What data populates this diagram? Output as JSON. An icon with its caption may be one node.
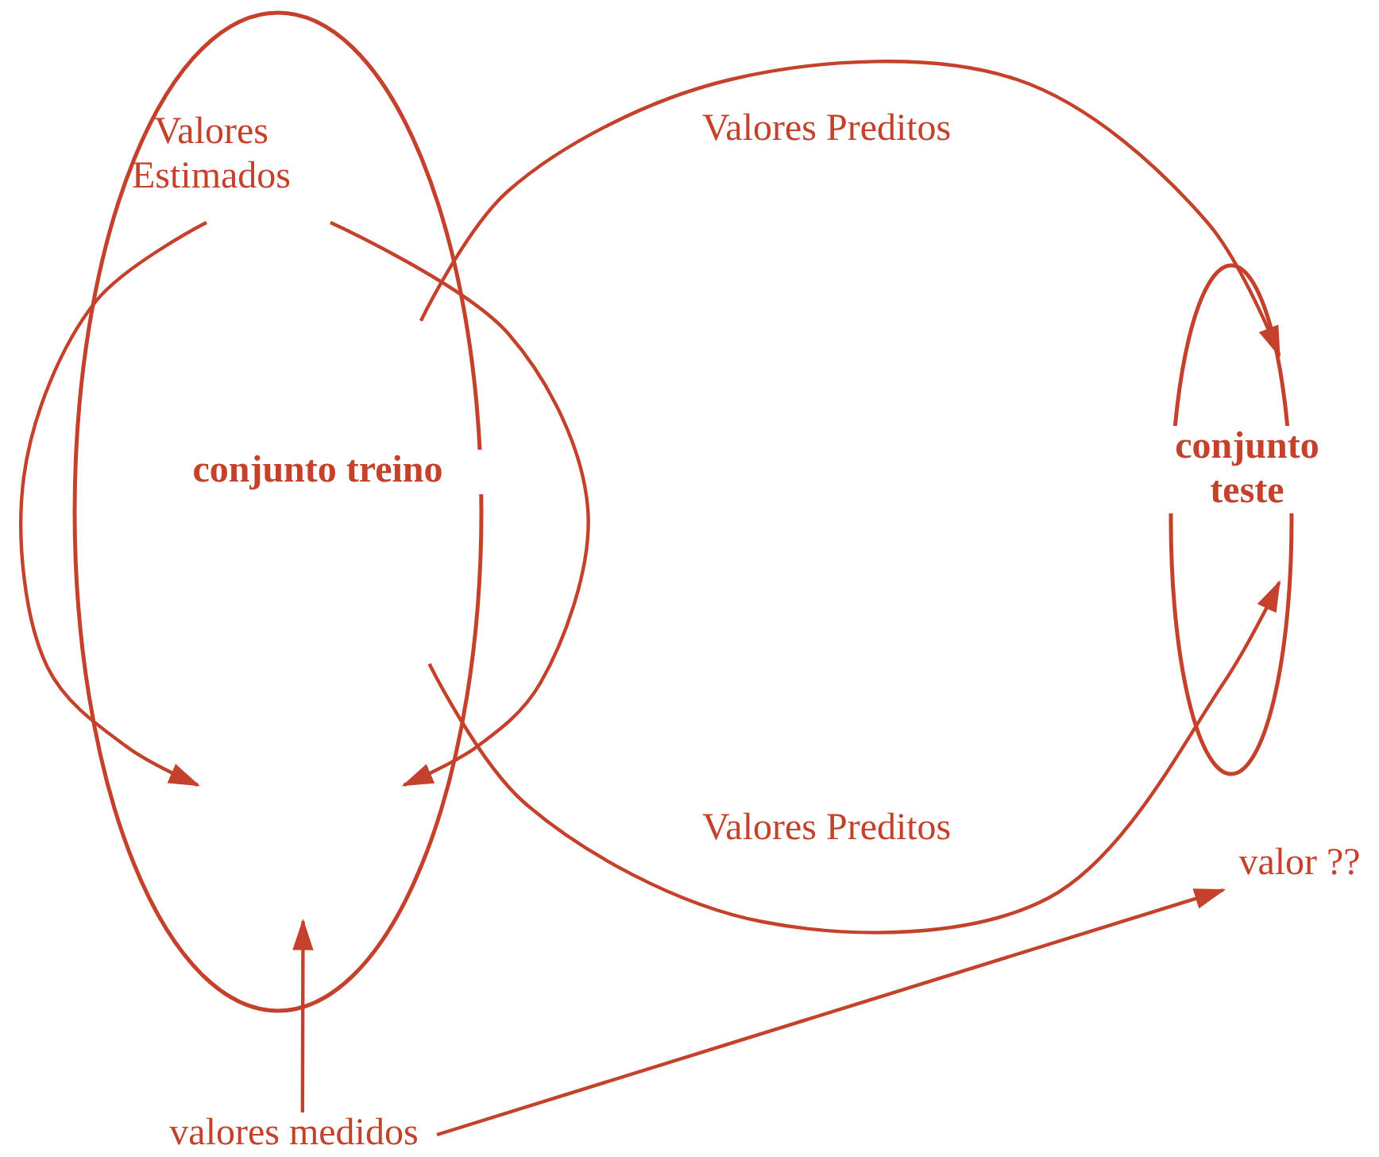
{
  "diagram": {
    "nodes": [
      {
        "text": [
          "conjunto treino"
        ]
      },
      {
        "text": [
          "Valores Estimados"
        ],
        "in": 0
      },
      {
        "text": [
          "conjunto teste"
        ]
      },
      {
        "text": [
          "valores medidos"
        ]
      },
      {
        "text": [
          "valor ??"
        ]
      }
    ],
    "edges": [
      {
        "from": 1,
        "to": 0,
        "arrow": "to"
      },
      {
        "from": 1,
        "to": 0,
        "arrow": "to"
      },
      {
        "from": 3,
        "to": 0,
        "arrow": "to"
      },
      {
        "from": 0,
        "to": 2,
        "arrow": "to",
        "label": "Valores Preditos"
      },
      {
        "from": 0,
        "to": 2,
        "arrow": "to",
        "label": "Valores Preditos"
      },
      {
        "from": 3,
        "to": 4,
        "arrow": "to"
      }
    ]
  }
}
